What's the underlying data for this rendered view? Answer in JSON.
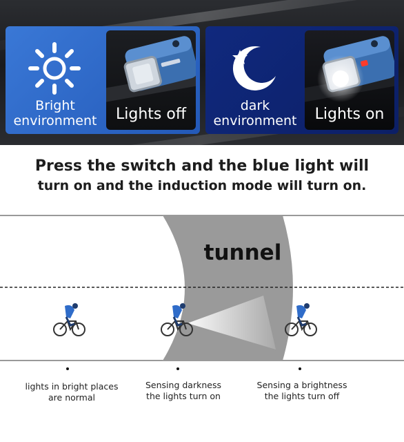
{
  "panels": {
    "bright": {
      "label_line1": "Bright",
      "label_line2": "environment",
      "photo_label": "Lights off",
      "icon": "sun-icon",
      "color": "#2f6cc9"
    },
    "dark": {
      "label_line1": "dark",
      "label_line2": "environment",
      "photo_label": "Lights on",
      "icon": "moon-star-icon",
      "color": "#0f2578"
    }
  },
  "headline": {
    "line1": "Press the switch and the blue light will",
    "line2": "turn on and the induction mode will turn on."
  },
  "scene": {
    "tunnel_label": "tunnel",
    "tunnel_color": "#9a9a9a",
    "rider_icon": "cyclist-icon"
  },
  "captions": [
    {
      "line1": "lights in bright places",
      "line2": "are normal"
    },
    {
      "line1": "Sensing darkness",
      "line2": "the lights turn on"
    },
    {
      "line1": "Sensing a brightness",
      "line2": "the lights turn off"
    }
  ]
}
